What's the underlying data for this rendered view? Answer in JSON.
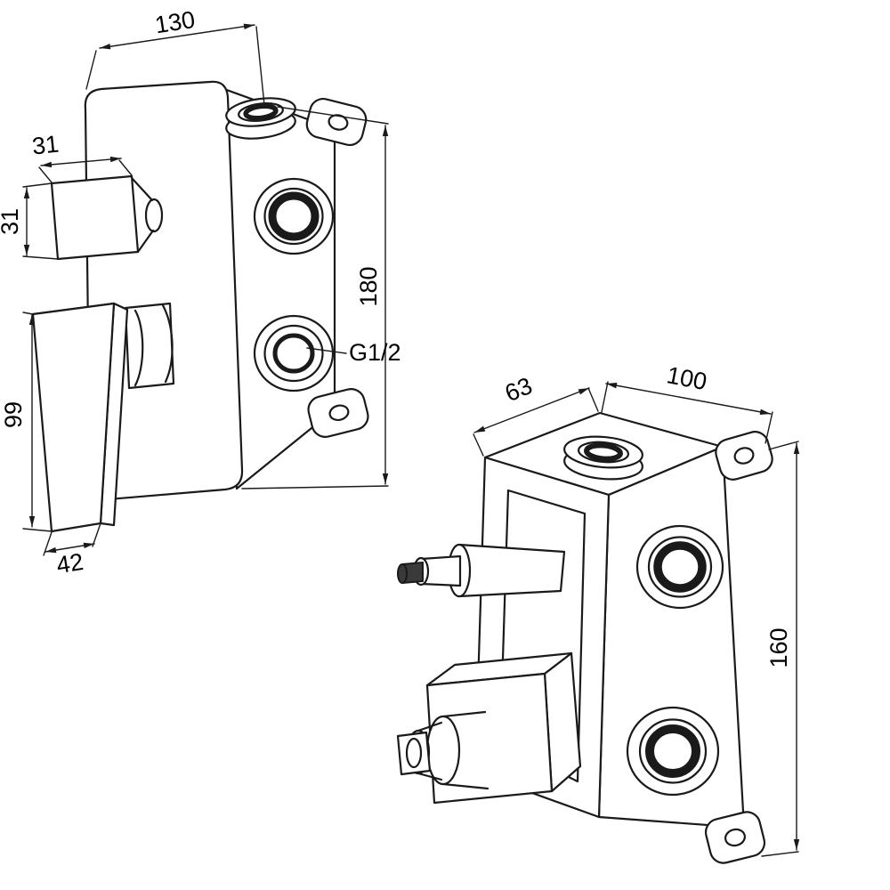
{
  "colors": {
    "background": "#ffffff",
    "line": "#1a1a1a"
  },
  "front_view": {
    "dims": {
      "top_width": "130",
      "knob_width": "31",
      "knob_height": "31",
      "body_height": "180",
      "outlet_thread": "G1/2",
      "handle_length": "99",
      "handle_width": "42"
    }
  },
  "rear_view": {
    "dims": {
      "depth": "63",
      "width": "100",
      "height": "160"
    }
  }
}
